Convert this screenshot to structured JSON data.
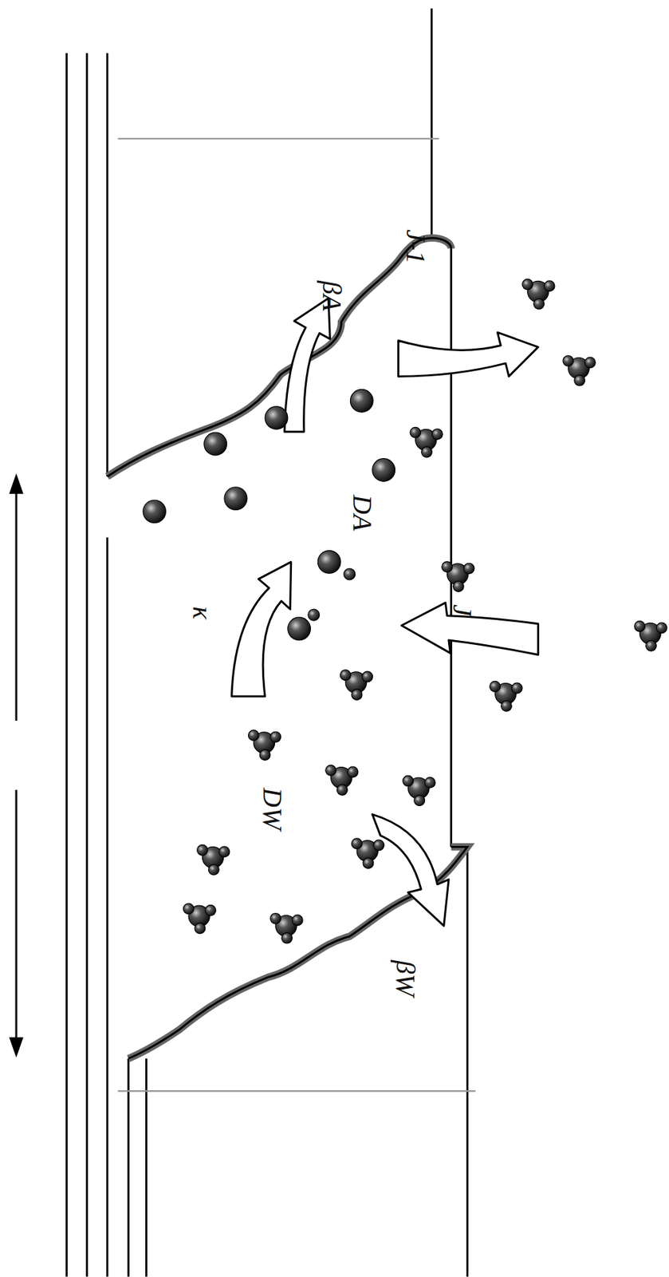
{
  "diagram": {
    "labels": [
      "βA",
      "J-1",
      "DA",
      "κ",
      "J",
      "DW",
      "βW"
    ]
  }
}
